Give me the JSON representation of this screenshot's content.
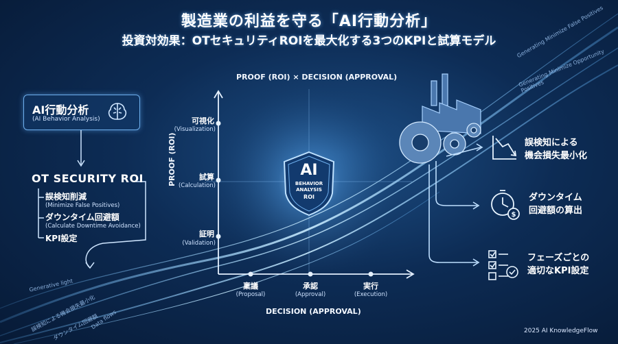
{
  "title": "製造業の利益を守る「AI行動分析」",
  "subtitle": "投資対効果：OTセキュリティROIを最大化する3つのKPIと試算モデル",
  "ai_card": {
    "title": "AI行動分析",
    "subtitle": "(AI Behavior Analysis)",
    "icon": "brain-icon"
  },
  "ot_roi": {
    "title": "OT SECURITY ROI",
    "items": [
      {
        "label": "誤検知削減",
        "sub": "(Minimize False Positives)"
      },
      {
        "label": "ダウンタイム回避額",
        "sub": "(Calculate Downtime Avoidance)"
      },
      {
        "label": "KPI設定",
        "sub": ""
      }
    ]
  },
  "chart": {
    "top_label": "PROOF (ROI) × DECISION (APPROVAL)",
    "y_axis_label": "PROOF (ROI)",
    "x_axis_label": "DECISION (APPROVAL)",
    "y_ticks": [
      {
        "label": "可視化",
        "sub": "(Visualization)"
      },
      {
        "label": "試算",
        "sub": "(Calculation)"
      },
      {
        "label": "証明",
        "sub": "(Validation)"
      }
    ],
    "x_ticks": [
      {
        "label": "稟議",
        "sub": "(Proposal)"
      },
      {
        "label": "承認",
        "sub": "(Approval)"
      },
      {
        "label": "実行",
        "sub": "(Execution)"
      }
    ],
    "center_badge": {
      "line1": "AI",
      "line2": "BEHAVIOR",
      "line3": "ANALYSIS",
      "line4": "ROI"
    }
  },
  "right_items": [
    {
      "line1": "誤検知による",
      "line2": "機会損失最小化",
      "icon": "declining-chart-icon"
    },
    {
      "line1": "ダウンタイム",
      "line2": "回避額の算出",
      "icon": "stopwatch-dollar-icon"
    },
    {
      "line1": "フェーズごとの",
      "line2": "適切なKPI設定",
      "icon": "checklist-icon"
    }
  ],
  "wave_texts": {
    "left1": "Generative light",
    "left2": "誤検知による機会損失最小化",
    "left3": "ダウンタイム回避額",
    "left4": "Data flows",
    "right1": "Generating Minimize False Positives",
    "right2": "Generating Minimize Opportunity Positives"
  },
  "footer": "2025 AI KnowledgeFlow",
  "colors": {
    "accent": "#6fb0ee",
    "background": "#0d2c55",
    "glow": "#8fd0ff"
  }
}
